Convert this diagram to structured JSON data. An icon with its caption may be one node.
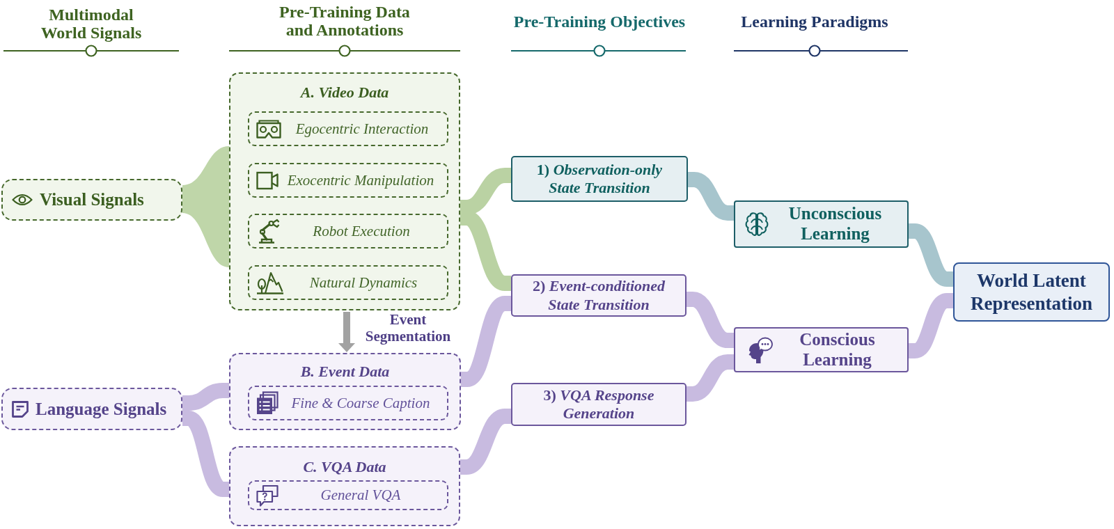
{
  "diagram": {
    "nodes": [
      {
        "text": [
          "Visual Signals"
        ]
      },
      {
        "text": [
          "Language Signals"
        ]
      },
      {
        "text": [
          "A. Video Data"
        ]
      },
      {
        "text": [
          "Egocentric Interaction"
        ],
        "in": 2
      },
      {
        "text": [
          "Exocentric Manipulation"
        ],
        "in": 2
      },
      {
        "text": [
          "Robot Execution"
        ],
        "in": 2
      },
      {
        "text": [
          "Natural Dynamics"
        ],
        "in": 2
      },
      {
        "text": [
          "B. Event Data"
        ]
      },
      {
        "text": [
          "Fine & Coarse Caption"
        ],
        "in": 7
      },
      {
        "text": [
          "C. VQA Data"
        ]
      },
      {
        "text": [
          "General VQA"
        ],
        "in": 9
      },
      {
        "text": [
          "1) *Observation-only State Transition*"
        ]
      },
      {
        "text": [
          "2) *Event-conditioned State Transition*"
        ]
      },
      {
        "text": [
          "3) *VQA Response Generation*"
        ]
      },
      {
        "text": [
          "Unconscious Learning"
        ]
      },
      {
        "text": [
          "Conscious Learning"
        ]
      },
      {
        "text": [
          "World Latent Representation"
        ]
      }
    ],
    "edges": [
      {
        "from": 0,
        "to": 2,
        "arrow": "none",
        "color": "#bfd6a9"
      },
      {
        "from": 1,
        "to": 7,
        "arrow": "none"
      },
      {
        "from": 1,
        "to": 9,
        "arrow": "none"
      },
      {
        "from": 2,
        "to": 7,
        "arrow": "to",
        "label": "Event Segmentation",
        "color": "#a2a2a2"
      },
      {
        "from": 2,
        "to": 11,
        "arrow": "none",
        "color": "#bad2a3"
      },
      {
        "from": 2,
        "to": 12,
        "arrow": "none",
        "color": "#bad2a3"
      },
      {
        "from": 7,
        "to": 12,
        "arrow": "none"
      },
      {
        "from": 9,
        "to": 13,
        "arrow": "none"
      },
      {
        "from": 11,
        "to": 14,
        "arrow": "none",
        "color": "#a7c5cd"
      },
      {
        "from": 12,
        "to": 15,
        "arrow": "none"
      },
      {
        "from": 13,
        "to": 15,
        "arrow": "none"
      },
      {
        "from": 14,
        "to": 16,
        "arrow": "none",
        "color": "#a7c5cd"
      },
      {
        "from": 15,
        "to": 16,
        "arrow": "none"
      }
    ],
    "labels": [
      "Multimodal World Signals",
      "Pre-Training Data and Annotations",
      "Pre-Training Objectives",
      "Learning Paradigms"
    ]
  }
}
